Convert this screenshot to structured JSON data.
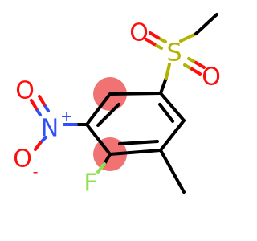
{
  "molecule": {
    "atoms": {
      "sulfur": {
        "symbol": "S",
        "color": "#b2b200"
      },
      "oxygen_s_top": {
        "symbol": "O",
        "color": "#ff0d0d"
      },
      "oxygen_s_right": {
        "symbol": "O",
        "color": "#ff0d0d"
      },
      "nitrogen": {
        "symbol": "N",
        "charge": "+",
        "color": "#3050f8"
      },
      "oxygen_n_top": {
        "symbol": "O",
        "color": "#ff0d0d"
      },
      "oxygen_n_bottom": {
        "symbol": "O",
        "charge": "-",
        "color": "#ff0d0d"
      },
      "fluorine": {
        "symbol": "F",
        "color": "#90e050"
      }
    },
    "highlight_color": "#f06a6a"
  }
}
